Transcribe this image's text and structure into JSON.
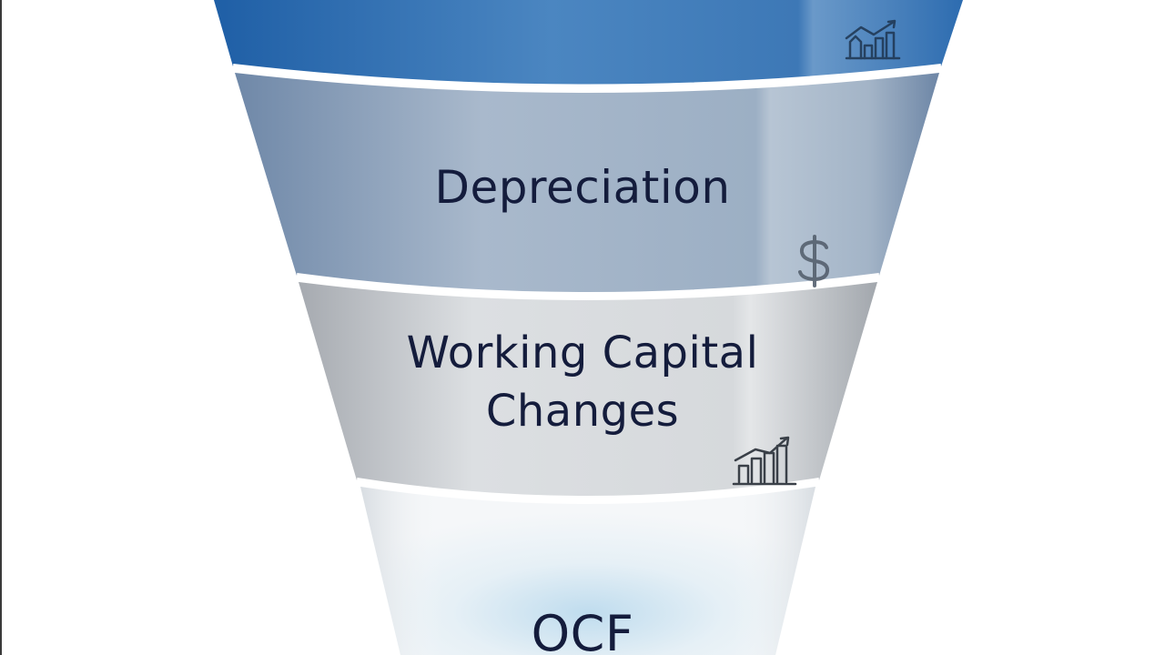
{
  "funnel": {
    "stages": [
      {
        "id": "top",
        "label": "",
        "icon": "growth-chart-icon"
      },
      {
        "id": "depreciation",
        "label": "Depreciation",
        "icon": "dollar-icon"
      },
      {
        "id": "working-capital",
        "label_line1": "Working Capital",
        "label_line2": "Changes",
        "icon": "bar-chart-icon"
      },
      {
        "id": "ocf",
        "label": "OCF",
        "icon": ""
      }
    ]
  },
  "colors": {
    "stage_top": "#2f6fb1",
    "stage_depreciation": "#8fa4bc",
    "stage_working_capital": "#cfd3d8",
    "stage_ocf": "#eef3f7",
    "text": "#141c3c",
    "icon": "#4a5568"
  }
}
